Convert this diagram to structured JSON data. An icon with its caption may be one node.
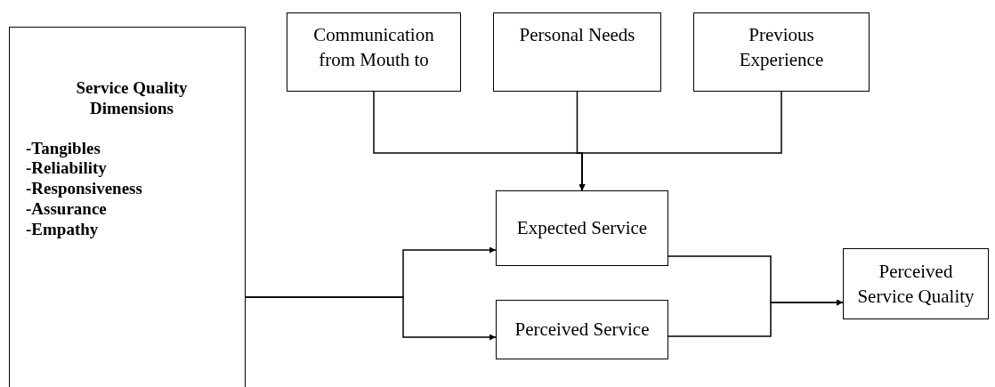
{
  "diagram": {
    "nodes": [
      {
        "text": [
          "Service Quality Dimensions",
          "-Tangibles",
          "-Reliability",
          "-Responsiveness",
          "-Assurance",
          "-Empathy"
        ]
      },
      {
        "text": [
          "Communication from Mouth to"
        ]
      },
      {
        "text": [
          "Personal Needs"
        ]
      },
      {
        "text": [
          "Previous Experience"
        ]
      },
      {
        "text": [
          "Expected Service"
        ]
      },
      {
        "text": [
          "Perceived Service"
        ]
      },
      {
        "text": [
          "Perceived Service Quality"
        ]
      }
    ],
    "edges": [
      {
        "from": 1,
        "to": 4,
        "arrow": "to"
      },
      {
        "from": 2,
        "to": 4,
        "arrow": "to"
      },
      {
        "from": 3,
        "to": 4,
        "arrow": "to"
      },
      {
        "from": 0,
        "to": 4,
        "arrow": "to"
      },
      {
        "from": 0,
        "to": 5,
        "arrow": "to"
      },
      {
        "from": 4,
        "to": 6,
        "arrow": "to"
      },
      {
        "from": 5,
        "to": 6,
        "arrow": "to"
      }
    ]
  }
}
